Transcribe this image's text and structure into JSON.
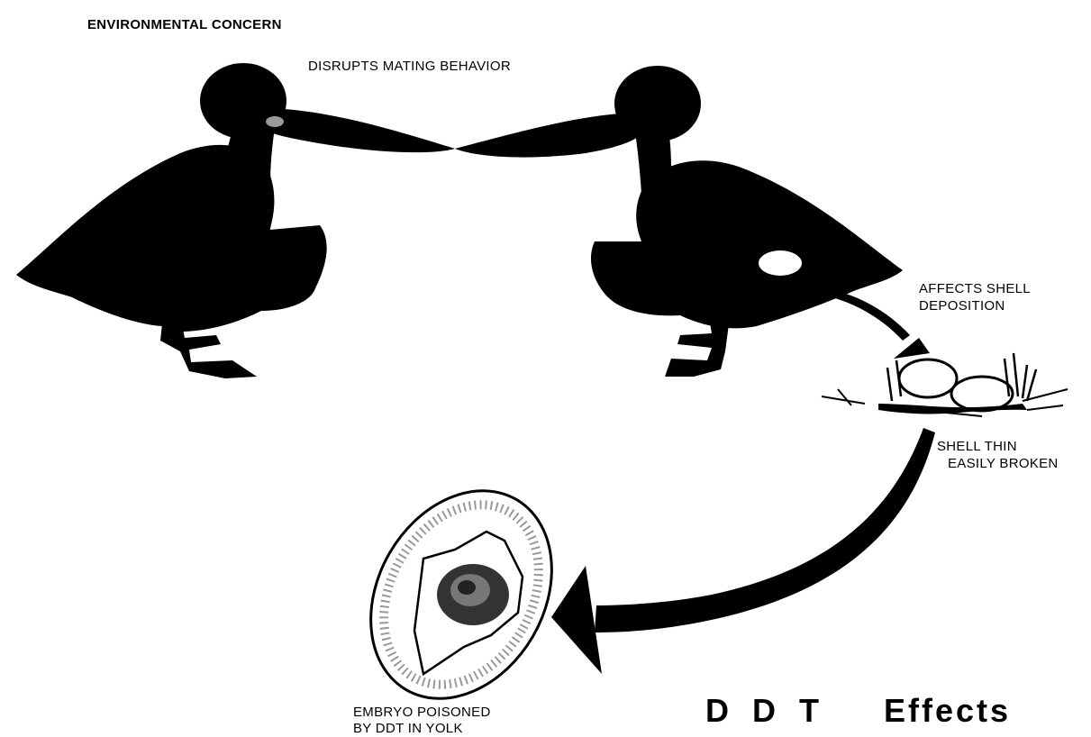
{
  "header": {
    "title": "ENVIRONMENTAL CONCERN"
  },
  "labels": {
    "mating": "DISRUPTS MATING BEHAVIOR",
    "shell_line1": "AFFECTS SHELL",
    "shell_line2": "DEPOSITION",
    "thin_line1": "SHELL THIN",
    "thin_line2": "EASILY BROKEN",
    "embryo_line1": "EMBRYO POISONED",
    "embryo_line2": "BY DDT IN YOLK"
  },
  "footer": {
    "title": "D D T   Effects"
  },
  "icons": [
    "pelican-left-icon",
    "pelican-right-icon",
    "eggs-nest-icon",
    "broken-egg-embryo-icon",
    "arrow-to-nest-icon",
    "arrow-to-embryo-icon"
  ],
  "colors": {
    "ink": "#000000",
    "background": "#ffffff"
  }
}
